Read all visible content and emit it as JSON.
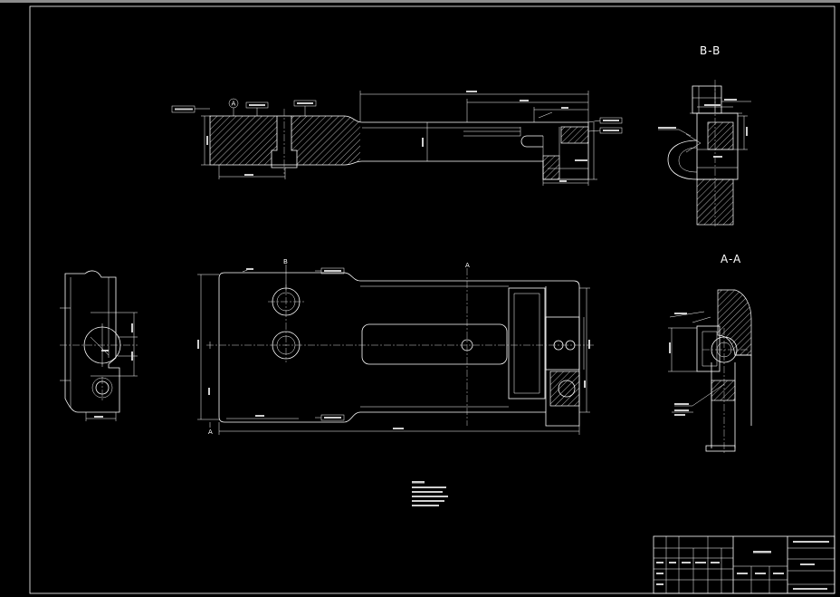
{
  "viewport": {
    "background": "#000000",
    "line_color": "#ffffff"
  },
  "labels": {
    "section_bb": "B-B",
    "section_aa": "A-A",
    "datum_a": "A",
    "cut_b": "B",
    "cut_a_top": "A",
    "cut_a_left": "A"
  }
}
